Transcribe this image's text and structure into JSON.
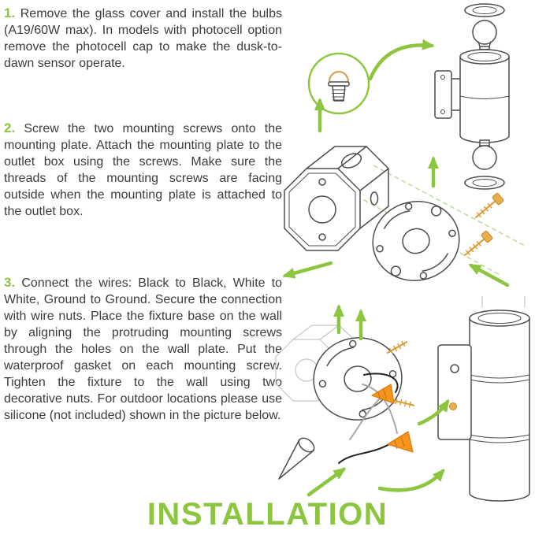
{
  "colors": {
    "accent": "#8CC63F",
    "wire_nut_orange": "#F7941D",
    "screw_gold": "#DD9A35"
  },
  "title": {
    "label": "INSTALLATION"
  },
  "steps": [
    {
      "number": "1.",
      "text": "Remove the glass cover and install the bulbs (A19/60W max). In models with photocell option remove the photocell cap to make the dusk-to-dawn sensor operate."
    },
    {
      "number": "2.",
      "text": "Screw the two mounting screws onto the mounting plate. Attach the mounting plate to the outlet box using the screws. Make sure the threads of the mounting screws are facing outside when the mounting plate is attached to the outlet box."
    },
    {
      "number": "3.",
      "text": "Connect the wires: Black to Black, White to White, Ground to Ground. Secure the connection with wire nuts. Place the fixture base on the wall by aligning the protruding mounting screws through the holes on the wall plate. Put the waterproof gasket on each mounting screw. Tighten the fixture to the wall using two decorative nuts. For outdoor locations please use silicone (not included) shown in the picture below."
    }
  ],
  "illustrations": [
    {
      "name": "fixture-with-bulbs-and-photocell"
    },
    {
      "name": "outlet-box-and-mounting-plate"
    },
    {
      "name": "wiring-and-wall-mounting"
    }
  ]
}
